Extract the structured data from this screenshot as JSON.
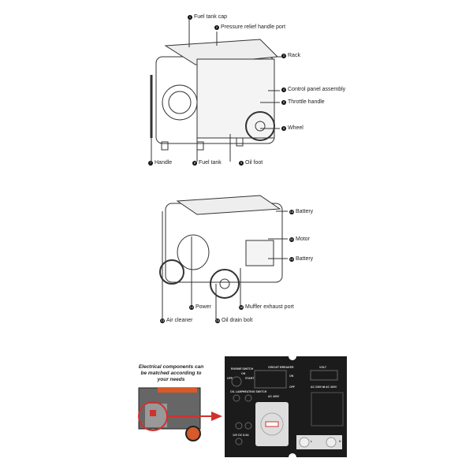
{
  "diagram1": {
    "labels": [
      {
        "n": "1",
        "text": "Fuel tank cap"
      },
      {
        "n": "2",
        "text": "Pressure relief handle port"
      },
      {
        "n": "3",
        "text": "Rack"
      },
      {
        "n": "4",
        "text": "Control panel assembly"
      },
      {
        "n": "5",
        "text": "Throttle handle"
      },
      {
        "n": "6",
        "text": "Wheel"
      },
      {
        "n": "7",
        "text": "Handle"
      },
      {
        "n": "8",
        "text": "Fuel tank"
      },
      {
        "n": "9",
        "text": "Oil foot"
      }
    ]
  },
  "diagram2": {
    "labels": [
      {
        "n": "10",
        "text": "Battery"
      },
      {
        "n": "11",
        "text": "Motor"
      },
      {
        "n": "12",
        "text": "Battery"
      },
      {
        "n": "14",
        "text": "Power"
      },
      {
        "n": "16",
        "text": "Muffler exhaust port"
      },
      {
        "n": "13",
        "text": "Air cleaner"
      },
      {
        "n": "15",
        "text": "Oil drain bolt"
      }
    ]
  },
  "note": "Electrical components can be matched according to your needs",
  "panel": {
    "engine_switch": "ENGINE SWITCH",
    "on": "ON",
    "start": "START",
    "off": "OFF",
    "circuit_breaker": "CIRCUIT BREAKER",
    "cb_on": "ON",
    "cb_off": "OFF",
    "volt": "VOLT",
    "voltage_select": "AC 230V ⇄ AC 400V",
    "oil_lamp": "OIL LAMP",
    "heating_switch": "HEATING SWITCH",
    "ac400": "AC 400V",
    "dc": "12V DC 8.3A",
    "l": "L",
    "n": "N",
    "ac230": "AC230V"
  },
  "colors": {
    "accent": "#d0312d",
    "panel": "#1b1b1b",
    "generator": "#d65a2a"
  }
}
